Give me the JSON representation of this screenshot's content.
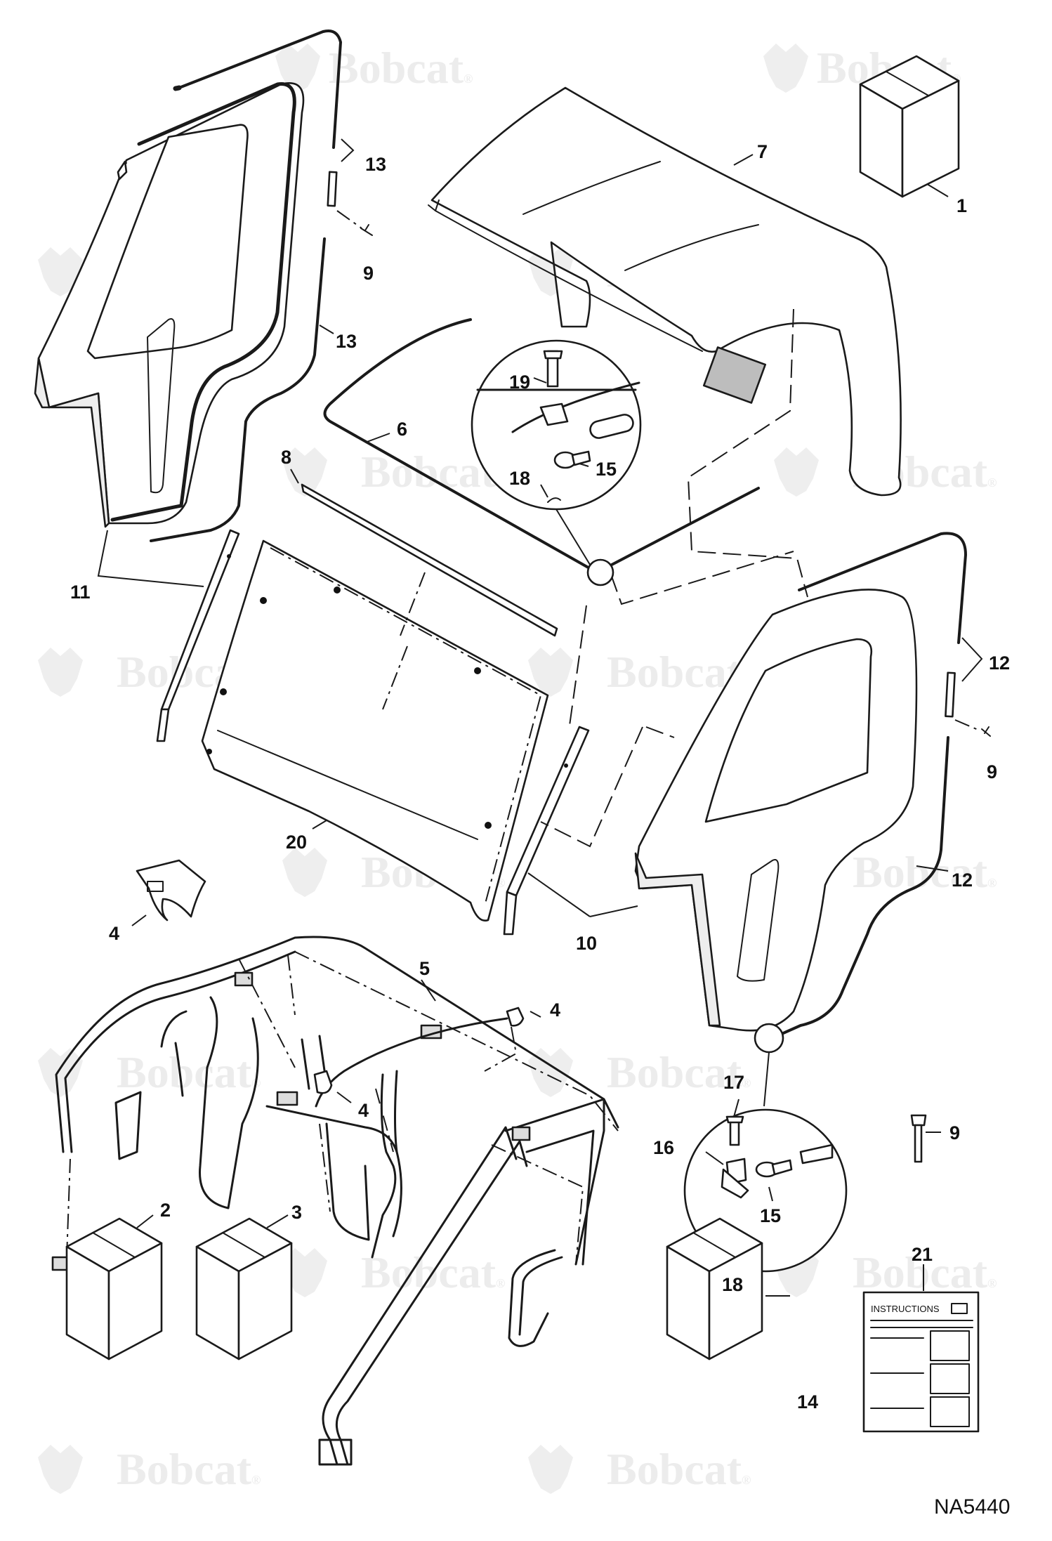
{
  "watermark": {
    "brand": "Bobcat",
    "mark": "®"
  },
  "drawing_code": "NA5440",
  "instructions_label": "INSTRUCTIONS",
  "callouts": {
    "c1": "1",
    "c2": "2",
    "c3": "3",
    "c4a": "4",
    "c4b": "4",
    "c4c": "4",
    "c5": "5",
    "c6": "6",
    "c7": "7",
    "c8": "8",
    "c9a": "9",
    "c9b": "9",
    "c9c": "9",
    "c10": "10",
    "c11": "11",
    "c12a": "12",
    "c12b": "12",
    "c13a": "13",
    "c13b": "13",
    "c14": "14",
    "c15a": "15",
    "c15b": "15",
    "c16": "16",
    "c17": "17",
    "c18a": "18",
    "c18b": "18",
    "c19": "19",
    "c20": "20",
    "c21": "21"
  }
}
